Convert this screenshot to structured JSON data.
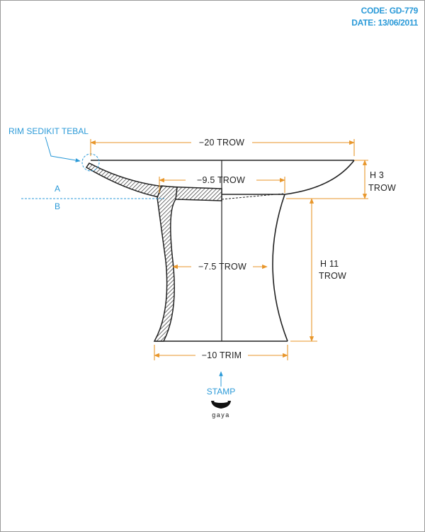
{
  "header": {
    "code": "CODE: GD-779",
    "date": "DATE: 13/06/2011"
  },
  "annotations": {
    "rim_note": "RIM SEDIKIT TEBAL",
    "section_a": "A",
    "section_b": "B",
    "stamp": "STAMP",
    "stamp_mark": "gaya"
  },
  "dimensions": {
    "top_diameter": "−20 TROW",
    "inner_diameter": "−9.5 TROW",
    "waist_diameter": "−7.5 TROW",
    "base_diameter": "−10 TRIM",
    "height_top_line1": "H 3",
    "height_top_line2": "TROW",
    "height_body_line1": "H 11",
    "height_body_line2": "TROW"
  },
  "colors": {
    "dimension": "#e8962a",
    "annotation": "#2b9ad8",
    "outline": "#222222"
  }
}
